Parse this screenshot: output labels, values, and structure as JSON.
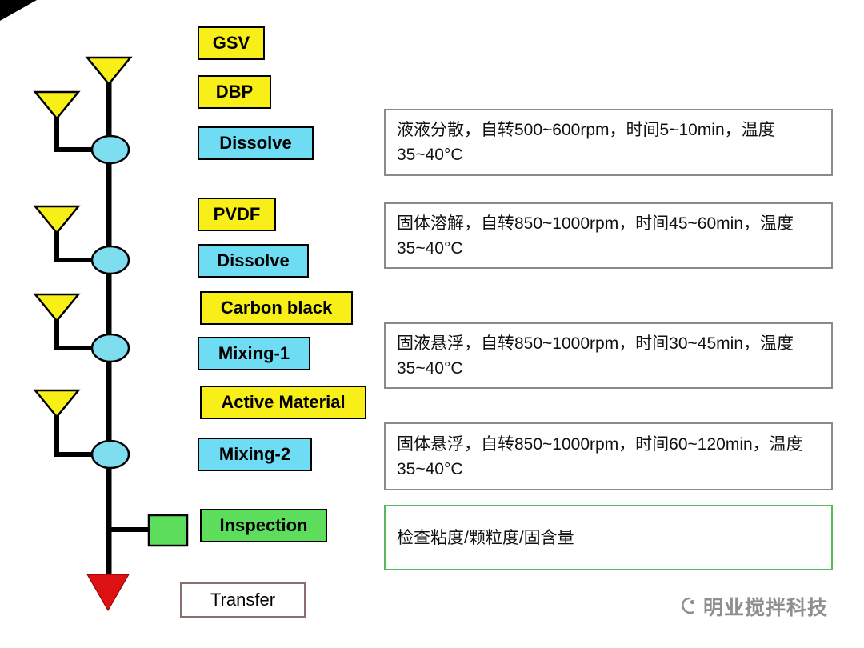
{
  "flow_labels": {
    "gsv": "GSV",
    "dbp": "DBP",
    "dissolve_1": "Dissolve",
    "pvdf": "PVDF",
    "dissolve_2": "Dissolve",
    "carbon_black": "Carbon black",
    "mixing_1": "Mixing-1",
    "active_material": "Active Material",
    "mixing_2": "Mixing-2",
    "inspection": "Inspection",
    "transfer": "Transfer"
  },
  "process_notes": [
    {
      "step": "Dissolve",
      "text": "液液分散，自转500~600rpm，时间5~10min，温度35~40°C",
      "type": "normal"
    },
    {
      "step": "Dissolve",
      "text": "固体溶解，自转850~1000rpm，时间45~60min，温度35~40°C",
      "type": "normal"
    },
    {
      "step": "Mixing-1",
      "text": "固液悬浮，自转850~1000rpm，时间30~45min，温度35~40°C",
      "type": "normal"
    },
    {
      "step": "Mixing-2",
      "text": "固体悬浮，自转850~1000rpm，时间60~120min，温度35~40°C",
      "type": "normal"
    },
    {
      "step": "Inspection",
      "text": "检查粘度/颗粒度/固含量",
      "type": "inspection"
    }
  ],
  "watermark": {
    "text": "明业搅拌科技"
  },
  "colors": {
    "yellow": "#f8ee18",
    "cyan": "#6edcf2",
    "green": "#5cdd5c",
    "red": "#dd1111",
    "node_fill": "#7edef0",
    "note_border": "#8a8a8a",
    "inspection_border": "#57b957"
  }
}
